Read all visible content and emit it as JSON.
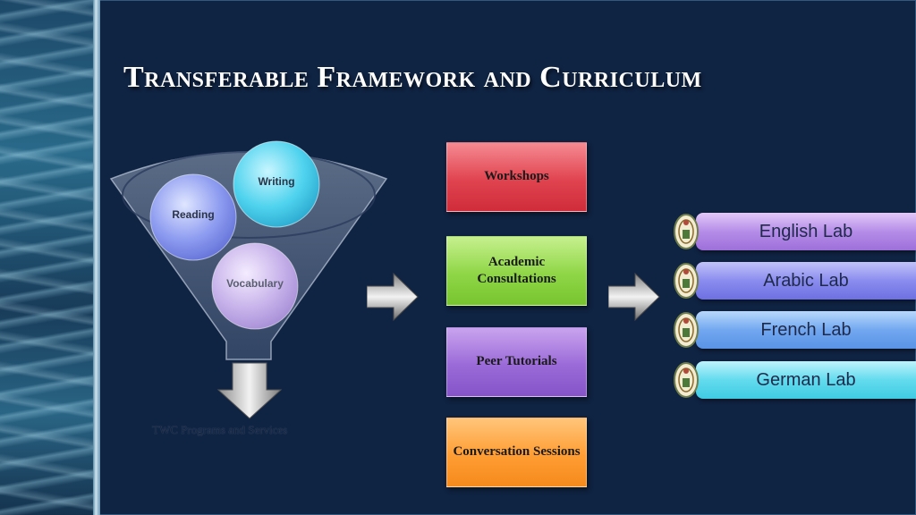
{
  "title": "Transferable Framework and Curriculum",
  "funnel": {
    "circles": [
      "Writing",
      "Reading",
      "Vocabulary"
    ],
    "caption": "TWC Programs and Services"
  },
  "services": [
    "Workshops",
    "Academic Consultations",
    "Peer Tutorials",
    "Conversation Sessions"
  ],
  "labs": [
    "English Lab",
    "Arabic Lab",
    "French Lab",
    "German Lab"
  ],
  "colors": {
    "background": "#0f2342",
    "workshops": "#e0434f",
    "academic": "#8fd646",
    "peer": "#9a6ad8",
    "conversation": "#ff9d33",
    "english_lab": "#b58de8",
    "arabic_lab": "#8a8cee",
    "french_lab": "#72a8f0",
    "german_lab": "#63dbee"
  }
}
